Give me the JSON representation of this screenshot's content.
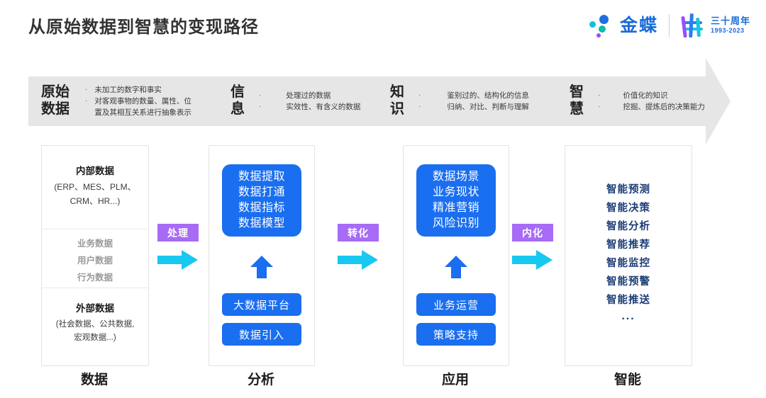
{
  "header": {
    "title": "从原始数据到智慧的变现路径",
    "logo": {
      "brand": "金蝶",
      "anniversary_cn": "三十周年",
      "anniversary_years": "1993-2023"
    }
  },
  "banner": {
    "stages": [
      {
        "title": "原始\n数据",
        "bullets": [
          "未加工的数字和事实",
          "对客观事物的数量、属性、位\n置及其相互关系进行抽象表示"
        ]
      },
      {
        "title": "信\n息",
        "bullets": [
          "处理过的数据",
          "实效性、有含义的数据"
        ]
      },
      {
        "title": "知\n识",
        "bullets": [
          "鉴别过的、结构化的信息",
          "归纳、对比、判断与理解"
        ]
      },
      {
        "title": "智\n慧",
        "bullets": [
          "价值化的知识",
          "挖掘、提炼后的决策能力"
        ]
      }
    ],
    "bullet_glyph": "·"
  },
  "columns": [
    {
      "label": "数据",
      "internal_head": "内部数据",
      "internal_sub": "(ERP、MES、PLM、\nCRM、HR...)",
      "middle_items": [
        "业务数据",
        "用户数据",
        "行为数据"
      ],
      "external_head": "外部数据",
      "external_sub": "(社会数据、公共数据,\n宏观数据...)"
    },
    {
      "label": "分析",
      "card": "数据提取\n数据打通\n数据指标\n数据模型",
      "pills": [
        "大数据平台",
        "数据引入"
      ]
    },
    {
      "label": "应用",
      "card": "数据场景\n业务现状\n精准营销\n风险识别",
      "pills": [
        "业务运营",
        "策略支持"
      ]
    },
    {
      "label": "智能",
      "items": [
        "智能预测",
        "智能决策",
        "智能分析",
        "智能推荐",
        "智能监控",
        "智能预警",
        "智能推送"
      ],
      "ellipsis": "..."
    }
  ],
  "connectors": [
    {
      "label": "处理"
    },
    {
      "label": "转化"
    },
    {
      "label": "内化"
    }
  ],
  "colors": {
    "blue": "#1a6ef0",
    "purple": "#a76bf5",
    "cyan": "#18c8f0",
    "navy": "#1b3c76",
    "banner_bg": "#e6e6e6",
    "title": "#333333"
  }
}
